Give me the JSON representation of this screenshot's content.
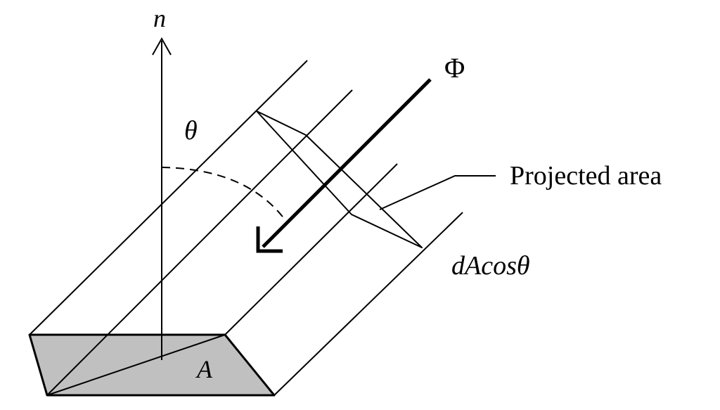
{
  "labels": {
    "normal": "n",
    "angle": "θ",
    "flux": "Φ",
    "projected_area": "Projected area",
    "projected_formula": "dAcosθ",
    "area": "A"
  },
  "colors": {
    "line": "#000000",
    "area_fill": "#c0c0c0",
    "background": "#ffffff"
  }
}
